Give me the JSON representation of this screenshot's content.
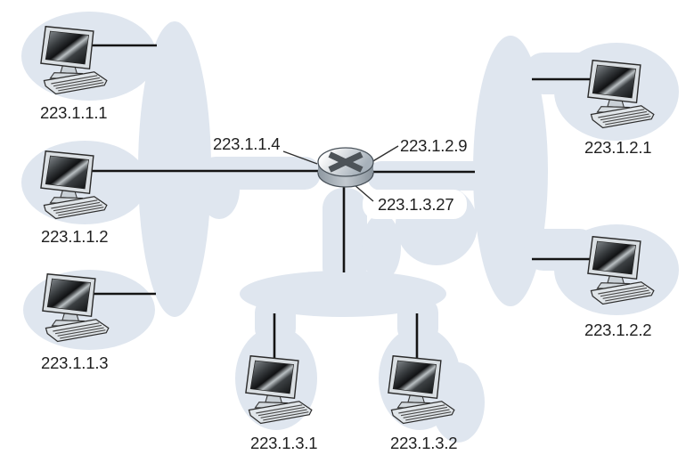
{
  "colors": {
    "cloud": "#dfe6ef",
    "link": "#141414",
    "leader": "#2e2e2e",
    "label_text": "#1f1f1f"
  },
  "router": {
    "interface_labels": {
      "left": "223.1.1.4",
      "right": "223.1.2.9",
      "bottom": "223.1.3.27"
    }
  },
  "subnets": {
    "left": {
      "hosts": [
        "223.1.1.1",
        "223.1.1.2",
        "223.1.1.3"
      ]
    },
    "right": {
      "hosts": [
        "223.1.2.1",
        "223.1.2.2"
      ]
    },
    "bottom": {
      "hosts": [
        "223.1.3.1",
        "223.1.3.2"
      ]
    }
  }
}
